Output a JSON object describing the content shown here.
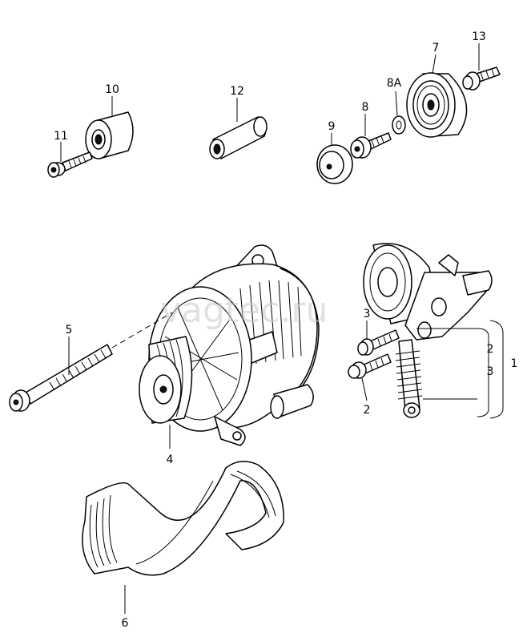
{
  "watermark": "vagtec.ru",
  "callouts": {
    "c1": "1",
    "c2a": "2",
    "c2b": "2",
    "c3a": "3",
    "c3b": "3",
    "c4": "4",
    "c5": "5",
    "c6": "6",
    "c7": "7",
    "c8": "8",
    "c8a": "8A",
    "c9": "9",
    "c10": "10",
    "c11": "11",
    "c12": "12",
    "c13": "13"
  }
}
